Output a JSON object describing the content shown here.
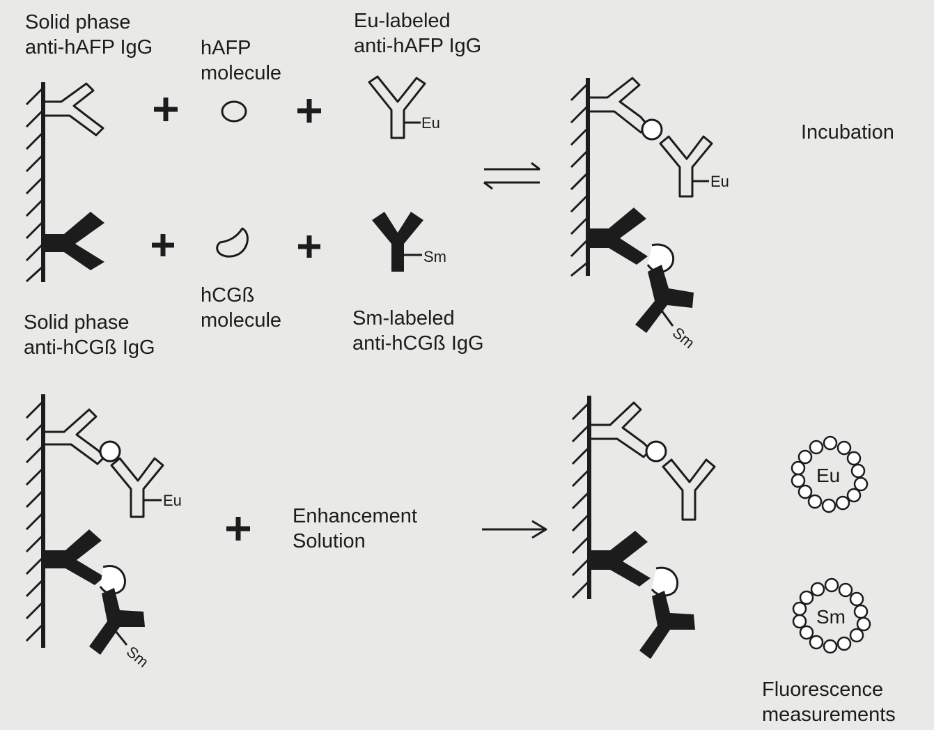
{
  "labels": {
    "solid_phase_afp": [
      "Solid phase",
      "anti-hAFP IgG"
    ],
    "hafp_molecule": [
      "hAFP",
      "molecule"
    ],
    "eu_labeled_igg": [
      "Eu-labeled",
      "anti-hAFP IgG"
    ],
    "incubation": "Incubation",
    "hcgb_molecule": [
      "hCGß",
      "molecule"
    ],
    "solid_phase_hcgb": [
      "Solid phase",
      "anti-hCGß IgG"
    ],
    "sm_labeled_igg": [
      "Sm-labeled",
      "anti-hCGß IgG"
    ],
    "enhancement_solution": [
      "Enhancement",
      "Solution"
    ],
    "fluorescence_measurements": [
      "Fluorescence",
      "measurements"
    ]
  },
  "tags": {
    "eu": "Eu",
    "sm": "Sm"
  },
  "symbols": {
    "plus": "+"
  },
  "colors": {
    "background": "#e9e9e7",
    "ink": "#1c1c1c",
    "open_fill": "#ffffff"
  }
}
